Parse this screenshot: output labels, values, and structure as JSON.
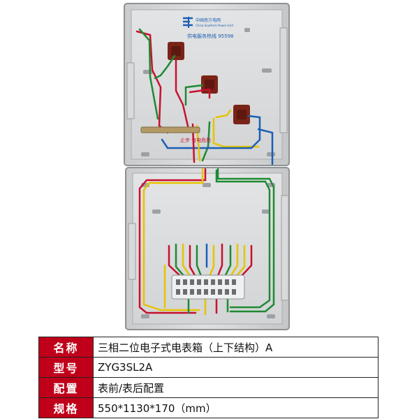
{
  "product_photo": {
    "logo_text": "中国南方电网",
    "logo_subtext": "China Southern Power Grid",
    "hotline": "供电服务热线 95598",
    "warning": "止步 有电危险"
  },
  "specs": [
    {
      "label": "名称",
      "value": "三相二位电子式电表箱（上下结构）A"
    },
    {
      "label": "型号",
      "value": "ZYG3SL2A"
    },
    {
      "label": "配置",
      "value": "表前/表后配置"
    },
    {
      "label": "规格",
      "value": "550*1130*170（mm）"
    }
  ]
}
